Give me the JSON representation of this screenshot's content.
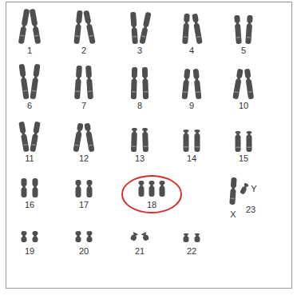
{
  "diagram": {
    "nodes": [
      {
        "text": [
          "18"
        ]
      }
    ],
    "labels": [
      "1",
      "2",
      "3",
      "4",
      "5",
      "6",
      "7",
      "8",
      "9",
      "10",
      "11",
      "12",
      "13",
      "14",
      "15",
      "16",
      "17",
      "Y",
      "X",
      "23",
      "19",
      "20",
      "21",
      "22"
    ]
  }
}
